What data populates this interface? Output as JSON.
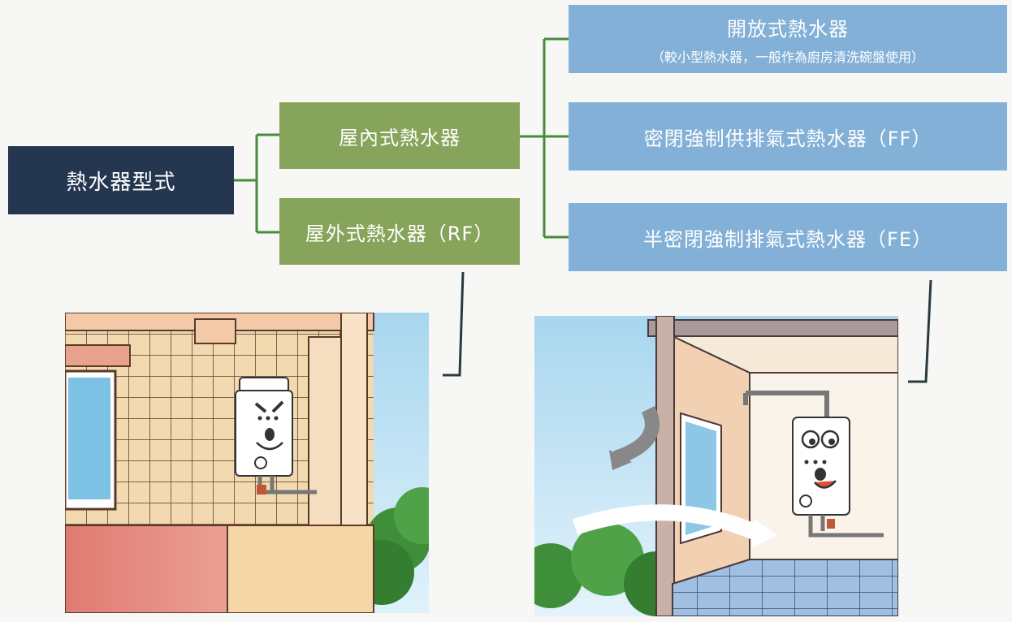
{
  "root": {
    "label": "熱水器型式"
  },
  "indoor": {
    "label": "屋內式熱水器"
  },
  "outdoor": {
    "label": "屋外式熱水器（RF）"
  },
  "open_type": {
    "label": "開放式熱水器",
    "note": "（較小型熱水器，一般作為廚房清洗碗盤使用）"
  },
  "ff_type": {
    "label": "密閉強制供排氣式熱水器（FF）"
  },
  "fe_type": {
    "label": "半密閉強制排氣式熱水器（FE）"
  },
  "illustrations": [
    {
      "name": "outdoor-installation",
      "icon": "outdoor-water-heater-illustration"
    },
    {
      "name": "fe-installation",
      "icon": "indoor-fe-water-heater-illustration"
    }
  ],
  "colors": {
    "root": "#243650",
    "green": "#86a45a",
    "blue": "#82b0d7",
    "connector_green": "#4a8a3c",
    "connector_dark": "#2a3a40"
  }
}
